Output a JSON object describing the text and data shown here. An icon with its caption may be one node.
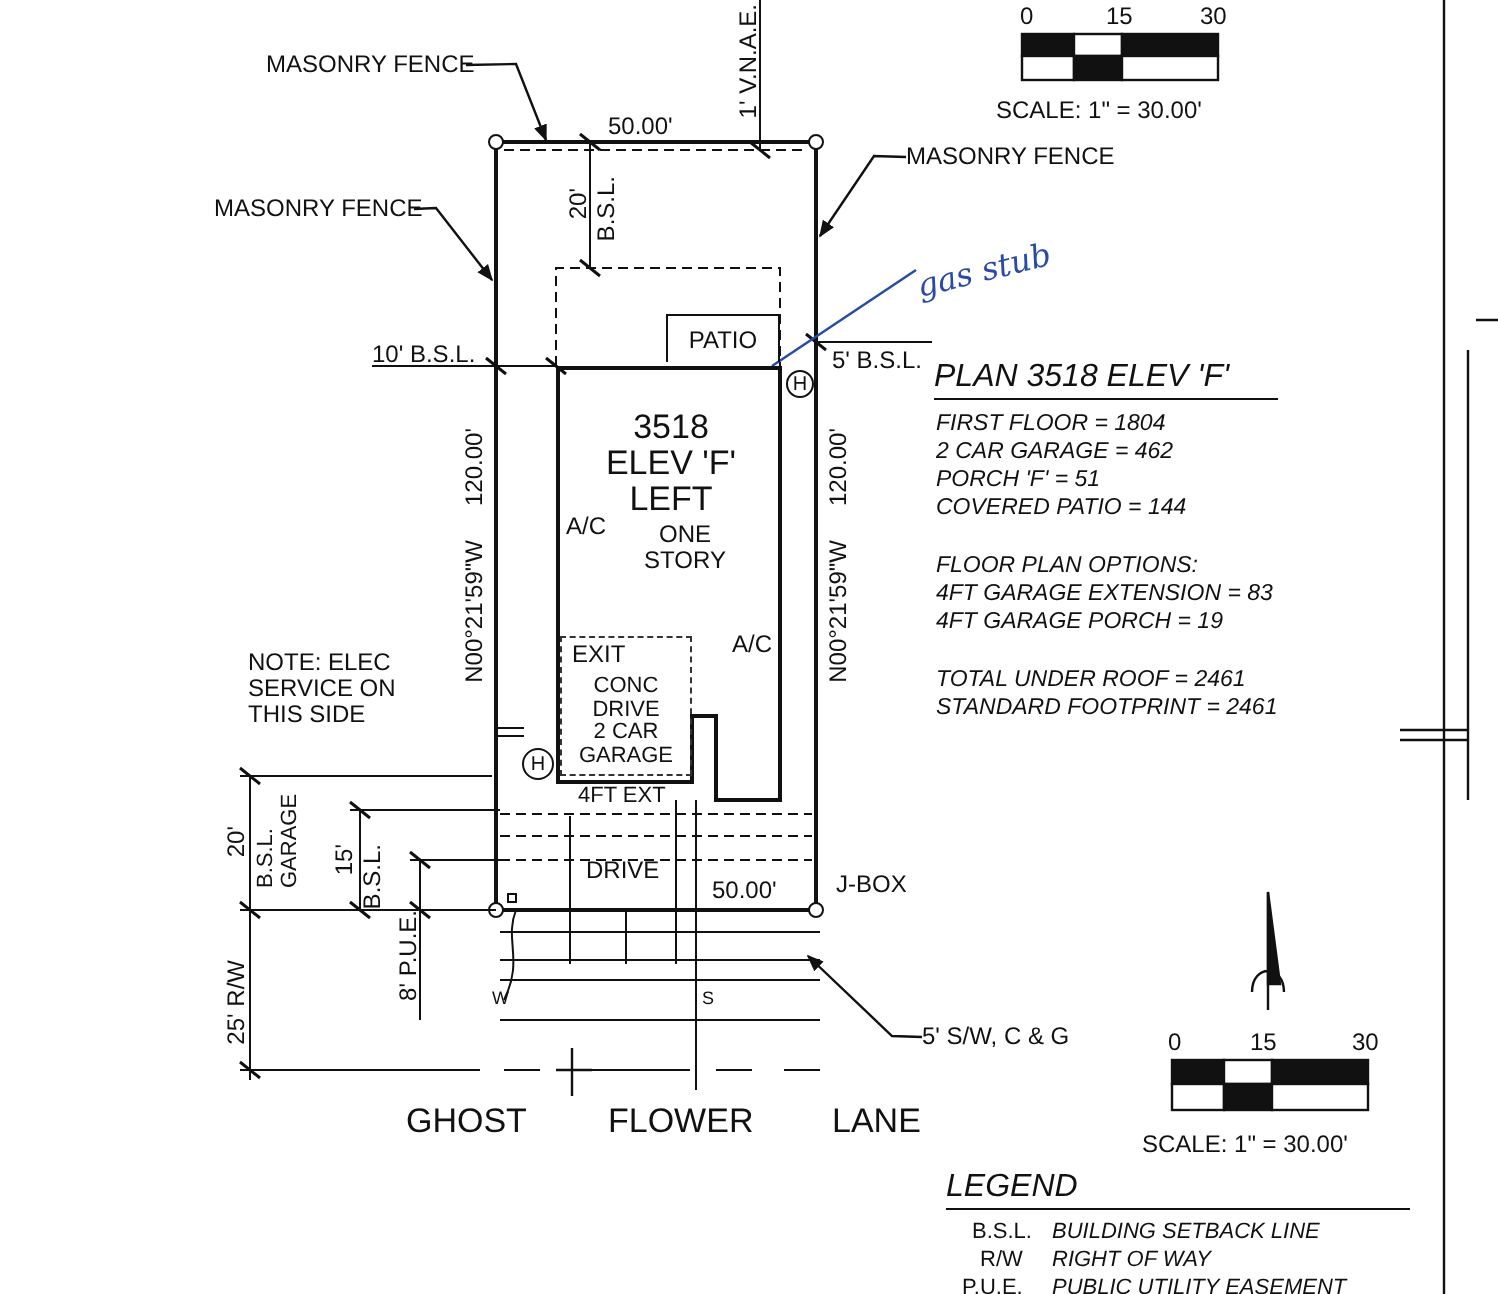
{
  "diagram": {
    "nodes": [
      {
        "text": [
          "MASONRY FENCE"
        ]
      },
      {
        "text": [
          "MASONRY FENCE"
        ]
      },
      {
        "text": [
          "MASONRY FENCE"
        ]
      },
      {
        "text": [
          "PATIO"
        ]
      },
      {
        "text": [
          "gas stub"
        ]
      },
      {
        "text": [
          "H"
        ]
      },
      {
        "text": [
          "3518 ELEV 'F' LEFT",
          "ONE STORY"
        ]
      },
      {
        "text": [
          "CONC DRIVE",
          "2 CAR GARAGE"
        ],
        "in": 6
      },
      {
        "text": [
          "H"
        ]
      },
      {
        "text": [
          "5' S/W, C & G"
        ]
      }
    ],
    "edges": [
      {
        "from": 0,
        "to": null,
        "arrow": "to"
      },
      {
        "from": 1,
        "to": null,
        "arrow": "to"
      },
      {
        "from": 2,
        "to": null,
        "arrow": "to"
      },
      {
        "from": 9,
        "to": null,
        "arrow": "to"
      },
      {
        "from": 4,
        "to": 6,
        "arrow": "none",
        "color": "#2a4aa8"
      }
    ],
    "labels": [
      "1' V.N.A.E.",
      "50.00'",
      "20'",
      "B.S.L.",
      "10' B.S.L.",
      "5' B.S.L.",
      "120.00'",
      "N00°21'59\"W",
      "120.00'",
      "N00°21'59\"W",
      "A/C",
      "A/C",
      "EXIT",
      "4FT EXT",
      "DRIVE",
      "50.00'",
      "J-BOX",
      "NOTE: ELEC SERVICE ON THIS SIDE",
      "20'",
      "B.S.L. GARAGE",
      "15'",
      "B.S.L.",
      "8' P.U.E.",
      "25' R/W",
      "W",
      "S",
      "GHOST",
      "FLOWER",
      "LANE",
      "0",
      "15",
      "30",
      "SCALE: 1\" = 30.00'",
      "PLAN 3518 ELEV 'F'",
      "FIRST FLOOR = 1804",
      "2 CAR GARAGE = 462",
      "PORCH 'F' = 51",
      "COVERED PATIO = 144",
      "FLOOR PLAN OPTIONS:",
      "4FT GARAGE EXTENSION = 83",
      "4FT GARAGE PORCH = 19",
      "TOTAL UNDER ROOF = 2461",
      "STANDARD FOOTPRINT = 2461",
      "0",
      "15",
      "30",
      "SCALE: 1\" = 30.00'",
      "LEGEND",
      "B.S.L.",
      "BUILDING SETBACK LINE",
      "R/W",
      "RIGHT OF WAY",
      "P.U.E.",
      "PUBLIC UTILITY EASEMENT"
    ]
  }
}
